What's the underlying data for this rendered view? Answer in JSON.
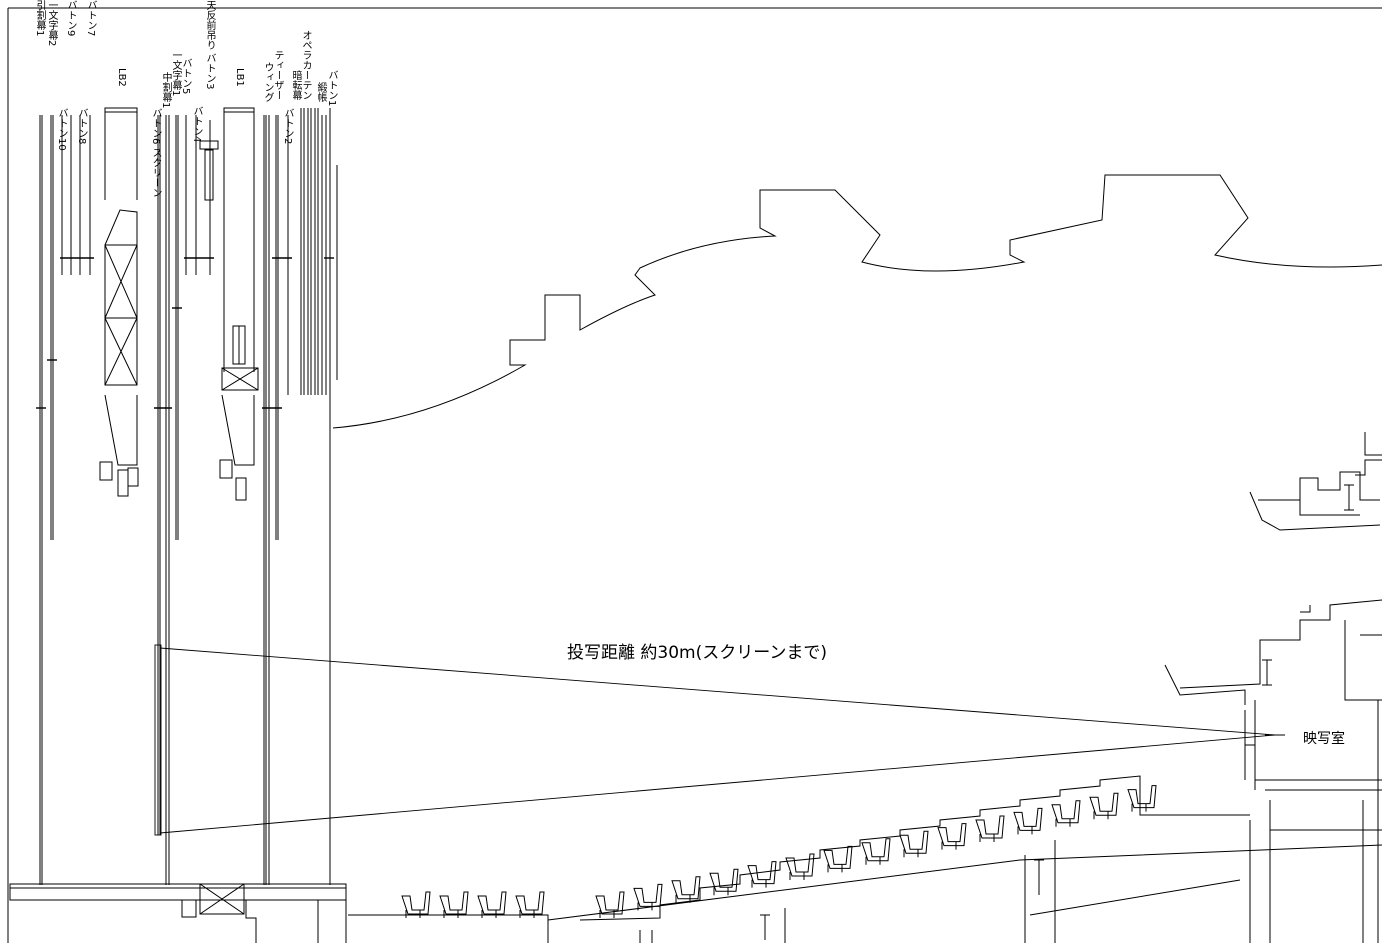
{
  "rigging_labels": [
    {
      "id": "hikiwari1",
      "text": "引割幕1"
    },
    {
      "id": "ichimonji2",
      "text": "一文字幕2"
    },
    {
      "id": "baton9",
      "text": "バトン9"
    },
    {
      "id": "baton7",
      "text": "バトン7"
    },
    {
      "id": "lb2",
      "text": "LB2"
    },
    {
      "id": "nakawari1",
      "text": "中割幕1"
    },
    {
      "id": "ichimonji1",
      "text": "一文字幕1"
    },
    {
      "id": "baton5",
      "text": "バトン5"
    },
    {
      "id": "tenhan",
      "text": "天反前吊り バトン3"
    },
    {
      "id": "lb1",
      "text": "LB1"
    },
    {
      "id": "teaser",
      "text": "ティーザー"
    },
    {
      "id": "wing",
      "text": "ウィング"
    },
    {
      "id": "anten",
      "text": "暗転幕"
    },
    {
      "id": "opera",
      "text": "オペラカーテン"
    },
    {
      "id": "donchou",
      "text": "緞帳"
    },
    {
      "id": "baton1",
      "text": "バトン1"
    },
    {
      "id": "baton10",
      "text": "バトン10"
    },
    {
      "id": "baton8",
      "text": "バトン8"
    },
    {
      "id": "baton6",
      "text": "バトン6 スクリーン"
    },
    {
      "id": "baton4",
      "text": "バトン4"
    },
    {
      "id": "baton2",
      "text": "バトン2"
    }
  ],
  "projection_label": "投写距離 約30m(スクリーンまで)",
  "booth_label": "映写室"
}
